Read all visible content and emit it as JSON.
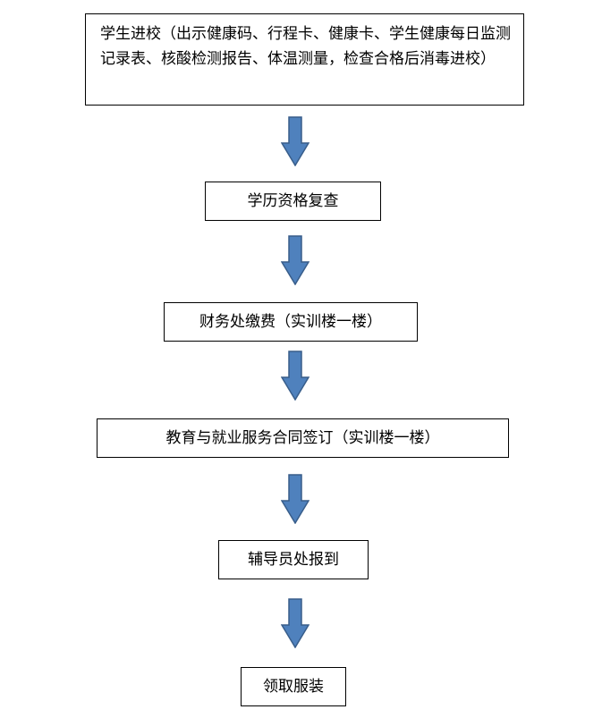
{
  "flowchart": {
    "steps": [
      {
        "label": "学生进校（出示健康码、行程卡、健康卡、学生健康每日监测记录表、核酸检测报告、体温测量，检查合格后消毒进校）"
      },
      {
        "label": "学历资格复查"
      },
      {
        "label": "财务处缴费（实训楼一楼）"
      },
      {
        "label": "教育与就业服务合同签订（实训楼一楼）"
      },
      {
        "label": "辅导员处报到"
      },
      {
        "label": "领取服装"
      }
    ]
  },
  "colors": {
    "arrow_fill": "#4f81bd",
    "arrow_stroke": "#385d8a",
    "box_border": "#000000"
  }
}
